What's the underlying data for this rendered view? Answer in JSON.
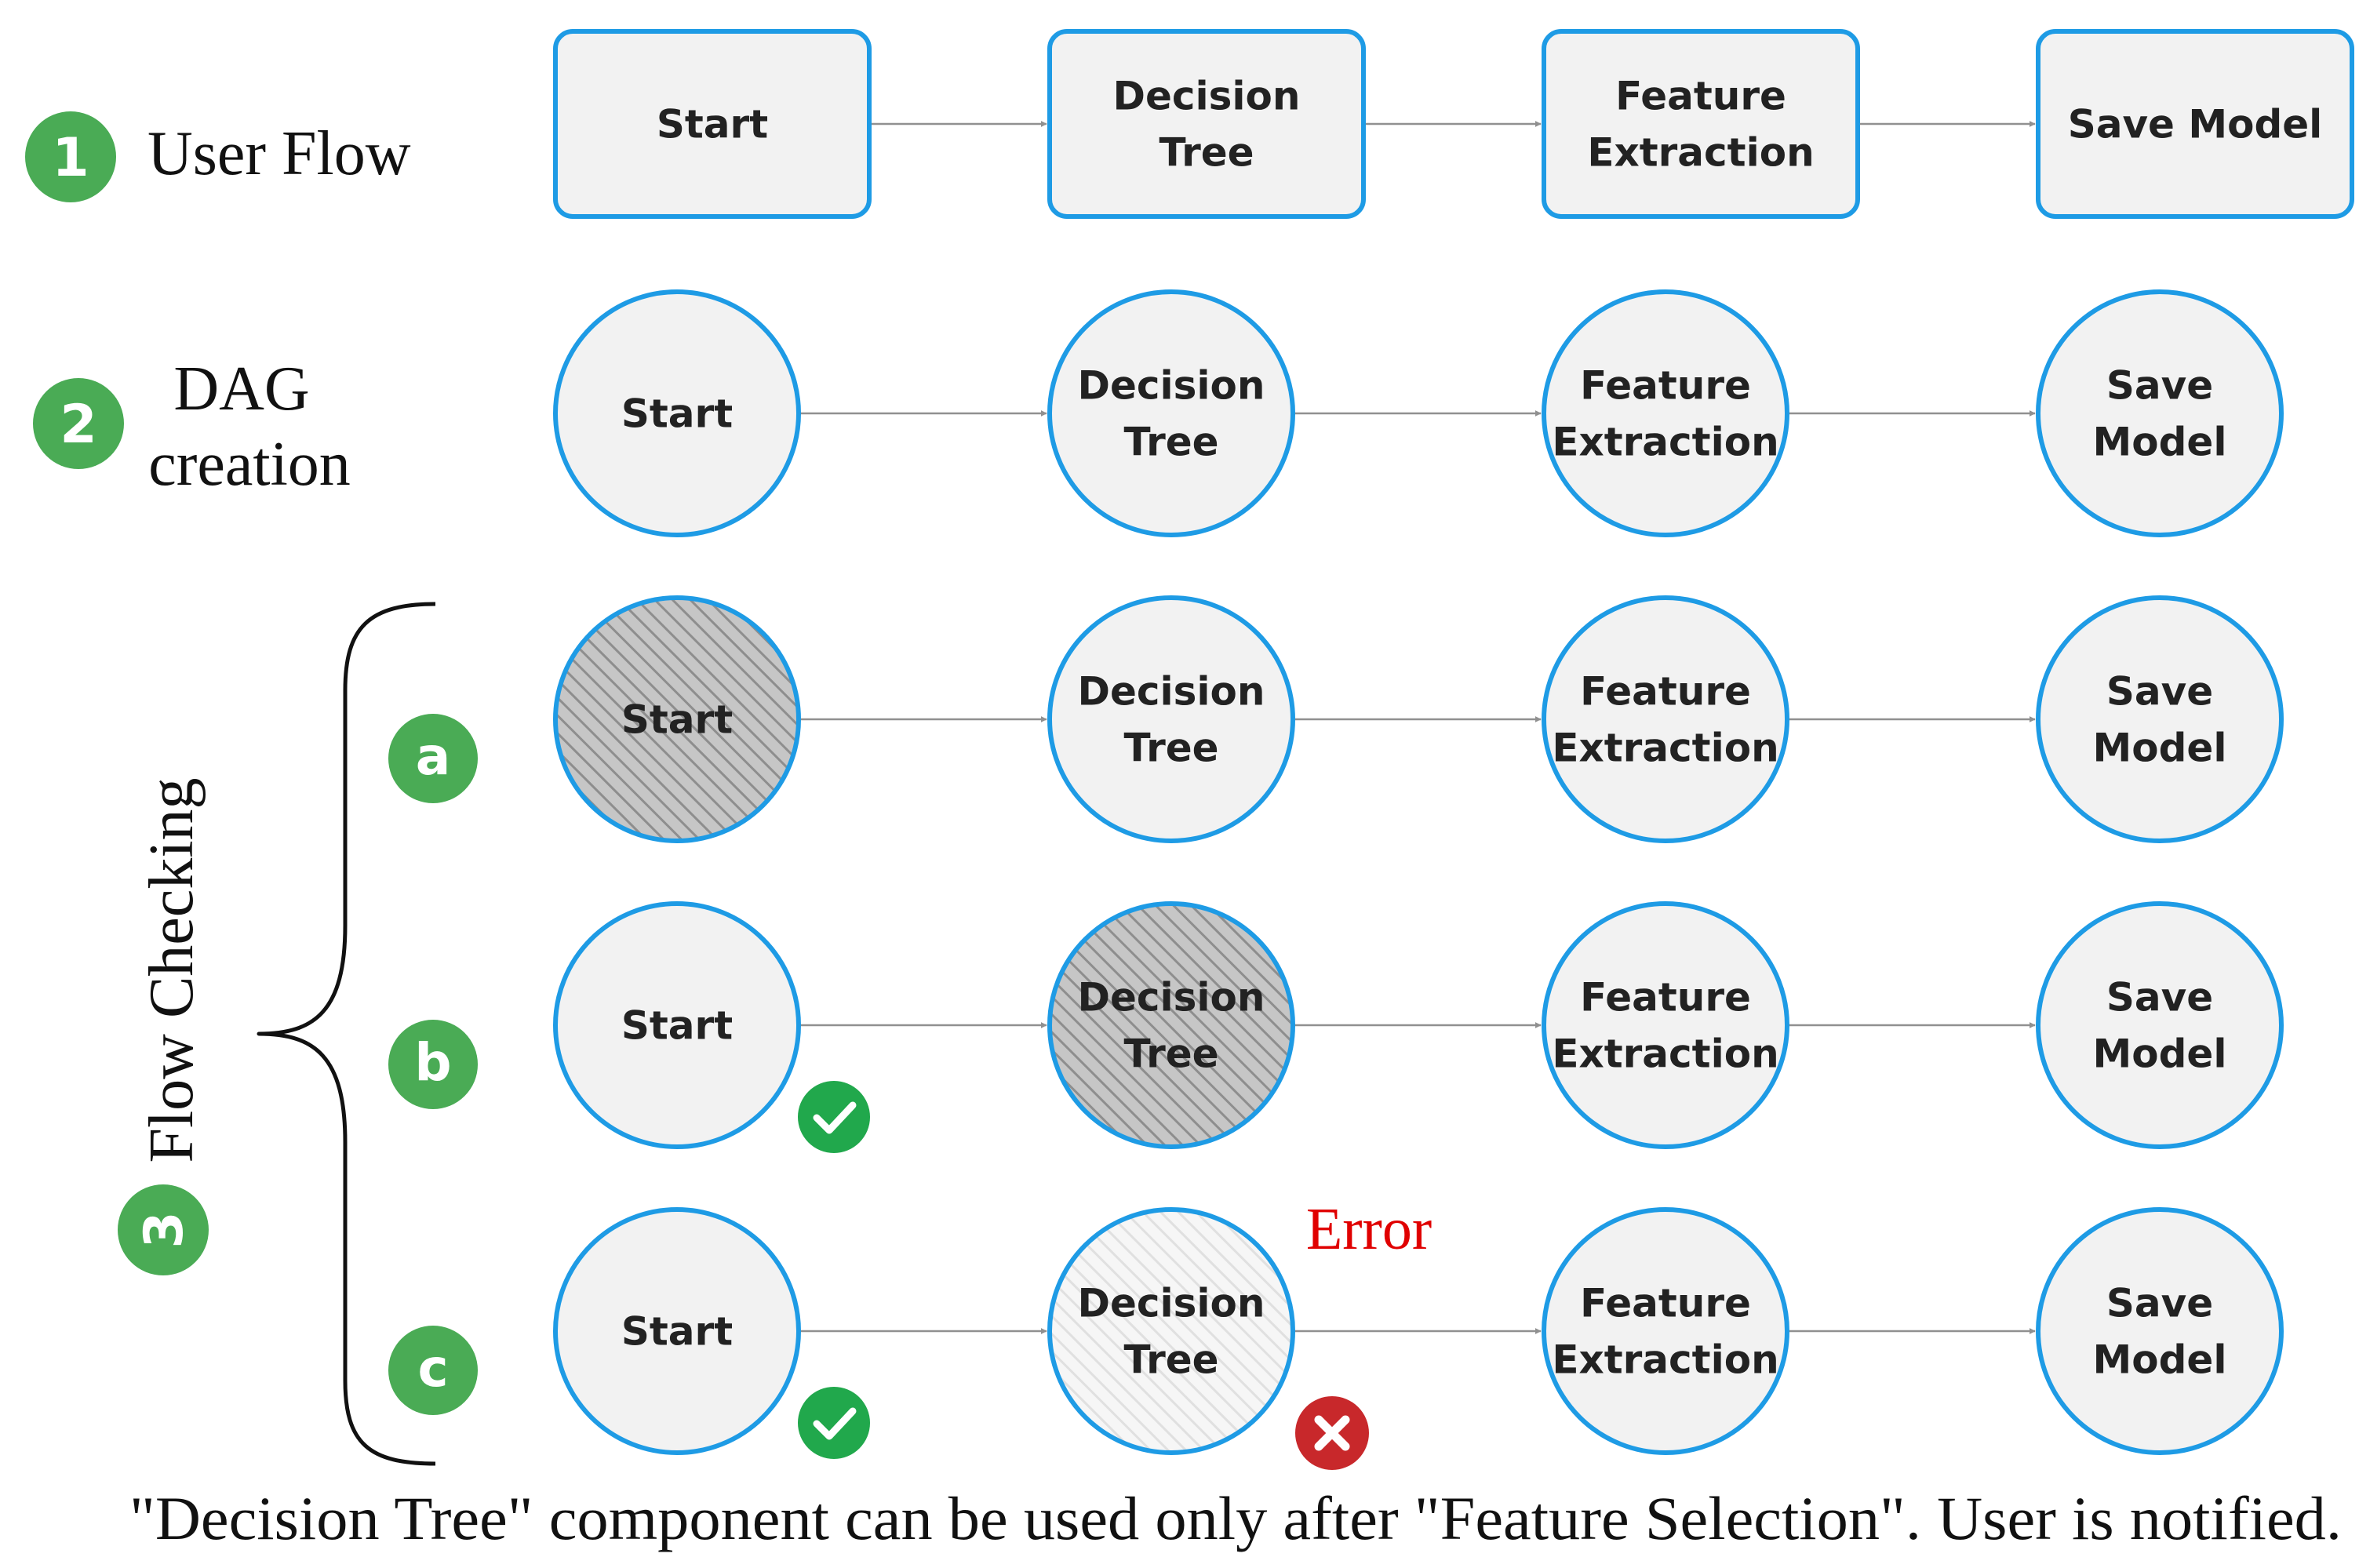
{
  "diagram": {
    "node_labels": {
      "start": [
        "Start"
      ],
      "decision": [
        "Decision",
        "Tree"
      ],
      "feature": [
        "Feature",
        "Extraction"
      ],
      "save_box": [
        "Save Model"
      ],
      "save_circle": [
        "Save",
        "Model"
      ]
    },
    "steps": [
      {
        "number": "1",
        "label_lines": [
          "User Flow"
        ]
      },
      {
        "number": "2",
        "label_lines": [
          "DAG",
          "creation"
        ]
      },
      {
        "number": "3",
        "label_lines": [
          "Flow Checking"
        ]
      }
    ],
    "substeps": [
      {
        "letter": "a",
        "hatched": "start",
        "checks": [],
        "errors": []
      },
      {
        "letter": "b",
        "hatched": "decision",
        "checks": [
          "start"
        ],
        "errors": []
      },
      {
        "letter": "c",
        "hatched": "",
        "light_hatched": "decision",
        "checks": [
          "start"
        ],
        "errors": [
          "decision"
        ]
      }
    ],
    "error_label": "Error",
    "footer": "\"Decision Tree\" component can be used only after \"Feature Selection\". User is notified.",
    "colors": {
      "node_border": "#1e9be5",
      "node_fill": "#f2f2f2",
      "badge_green": "#4aab55",
      "check_green": "#21a84c",
      "error_red": "#c8282b",
      "error_text": "#e00000",
      "arrow": "#909090",
      "hatch": "#a9a9a9"
    },
    "icons": [
      "checkmark-icon",
      "cross-icon"
    ]
  }
}
